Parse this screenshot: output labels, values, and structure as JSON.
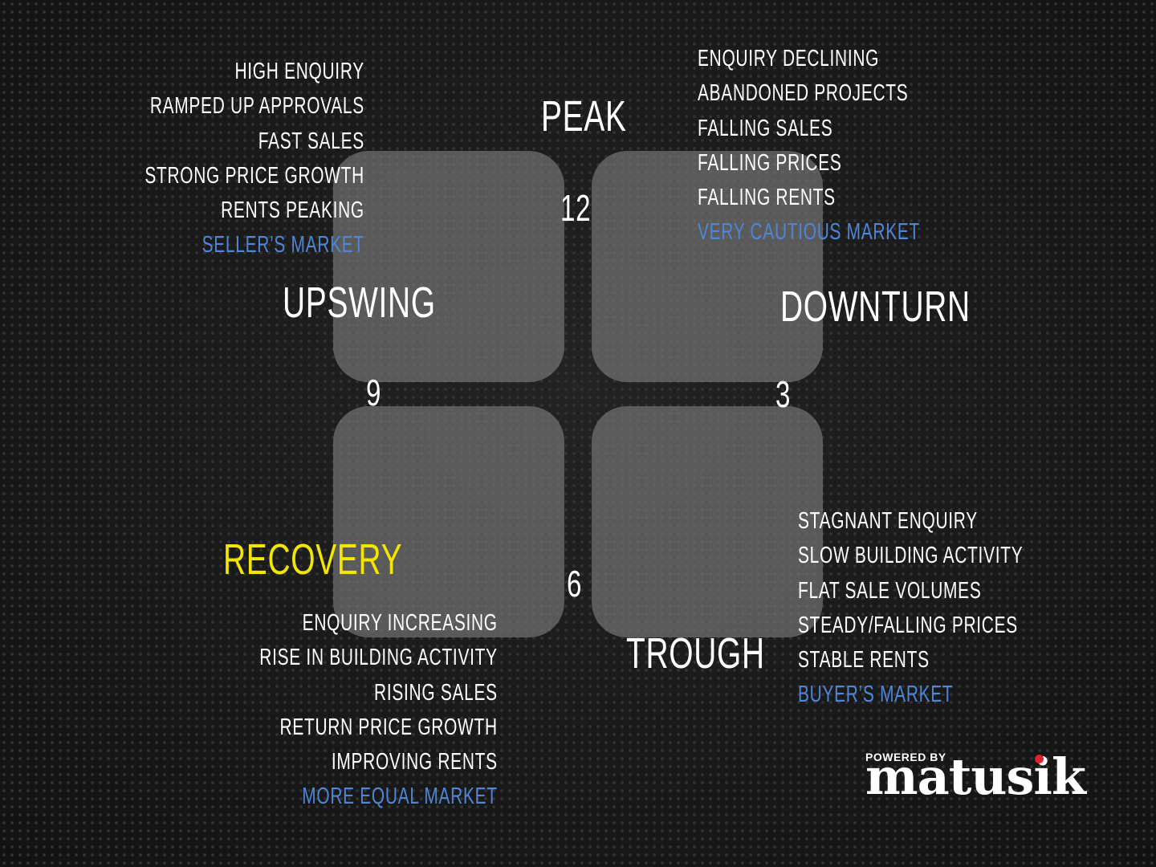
{
  "colors": {
    "accent_blue": "#4f86d8",
    "recovery_yellow": "#f2e600",
    "logo_dot_red": "#e0202a"
  },
  "cycle": {
    "peak": "PEAK",
    "upswing": "UPSWING",
    "downturn": "DOWNTURN",
    "recovery": "RECOVERY",
    "trough": "TROUGH",
    "clock": {
      "twelve": "12",
      "nine": "9",
      "three": "3",
      "six": "6"
    }
  },
  "upswing_traits": [
    "HIGH ENQUIRY",
    "RAMPED UP APPROVALS",
    "FAST SALES",
    "STRONG PRICE GROWTH",
    "RENTS PEAKING"
  ],
  "upswing_market": "SELLER’S MARKET",
  "downturn_traits": [
    "ENQUIRY DECLINING",
    "ABANDONED PROJECTS",
    "FALLING SALES",
    "FALLING PRICES",
    "FALLING RENTS"
  ],
  "downturn_market": "VERY CAUTIOUS MARKET",
  "recovery_traits": [
    "ENQUIRY INCREASING",
    "RISE IN BUILDING ACTIVITY",
    "RISING SALES",
    "RETURN PRICE GROWTH",
    "IMPROVING RENTS"
  ],
  "recovery_market": "MORE EQUAL MARKET",
  "trough_traits": [
    "STAGNANT ENQUIRY",
    "SLOW BUILDING ACTIVITY",
    "FLAT SALE VOLUMES",
    "STEADY/FALLING PRICES",
    "STABLE RENTS"
  ],
  "trough_market": "BUYER’S MARKET",
  "logo": {
    "powered_by": "POWERED BY",
    "brand": "matusik"
  }
}
